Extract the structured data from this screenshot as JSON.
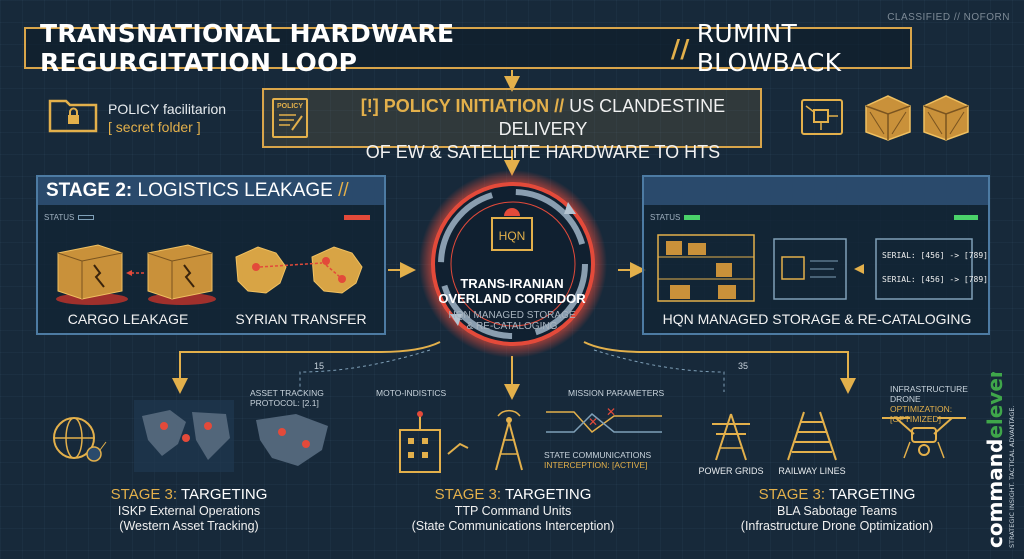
{
  "header": {
    "classification": "CLASSIFIED // NOFORN",
    "title_main": "TRANSNATIONAL HARDWARE REGURGITATION LOOP",
    "title_sep": "//",
    "title_sub": "RUMINT BLOWBACK"
  },
  "policy": {
    "folder_label_line1": "POLICY facilitarion",
    "folder_label_line2": "[ secret folder ]",
    "doc_label": "POLICY",
    "initiation_tag": "[!] POLICY INITIATION //",
    "initiation_text_1": "US CLANDESTINE DELIVERY",
    "initiation_text_2": "OF EW & SATELLITE HARDWARE TO HTS"
  },
  "stage2": {
    "title_bold": "STAGE 2:",
    "title_normal": "LOGISTICS LEAKAGE",
    "title_sep": "//",
    "status_label": "STATUS",
    "cargo_caption": "CARGO LEAKAGE",
    "syrian_caption": "SYRIAN TRANSFER"
  },
  "hub": {
    "box_label": "HQN",
    "title_line1": "TRANS-IRANIAN",
    "title_line2": "OVERLAND CORRIDOR",
    "sub_line1": "HQN MANAGED STORAGE",
    "sub_line2": "& RE-CATALOGING"
  },
  "storage": {
    "status_label": "STATUS",
    "serial_1": "SERIAL: [456] -> [789]",
    "serial_2": "SERIAL: [456] -> [789]",
    "caption": "HQN MANAGED STORAGE & RE-CATALOGING"
  },
  "branch_numbers": {
    "left": "15",
    "right": "35"
  },
  "stage3": [
    {
      "title_tag": "STAGE 3:",
      "title_word": "TARGETING",
      "line1": "ISKP External Operations",
      "line2": "(Western Asset Tracking)",
      "annotation_1": "ASSET TRACKING",
      "annotation_2": "PROTOCOL: [2.1]"
    },
    {
      "title_tag": "STAGE 3:",
      "title_word": "TARGETING",
      "line1": "TTP Command Units",
      "line2": "(State Communications Interception)",
      "annotation_left": "MOTO-INDISTICS",
      "annotation_right": "MISSION PARAMETERS",
      "annotation_3": "STATE COMMUNICATIONS",
      "annotation_4": "INTERCEPTION: [ACTIVE]"
    },
    {
      "title_tag": "STAGE 3:",
      "title_word": "TARGETING",
      "line1": "BLA Sabotage Teams",
      "line2": "(Infrastructure Drone Optimization)",
      "annotation_1": "INFRASTRUCTURE DRONE",
      "annotation_2": "OPTIMIZATION: [OPTIMIZED]",
      "power_label": "POWER GRIDS",
      "rail_label": "RAILWAY LINES"
    }
  ],
  "brand": {
    "name_part1": "command",
    "name_part2": "eleven",
    "tagline": "STRATEGIC INSIGHT. TACTICAL ADVANTAGE."
  },
  "colors": {
    "accent_gold": "#e3b04b",
    "panel_border": "#4d7ba3",
    "alert_red": "#e34a3a",
    "status_green": "#4ad26a",
    "background": "#17293a"
  }
}
